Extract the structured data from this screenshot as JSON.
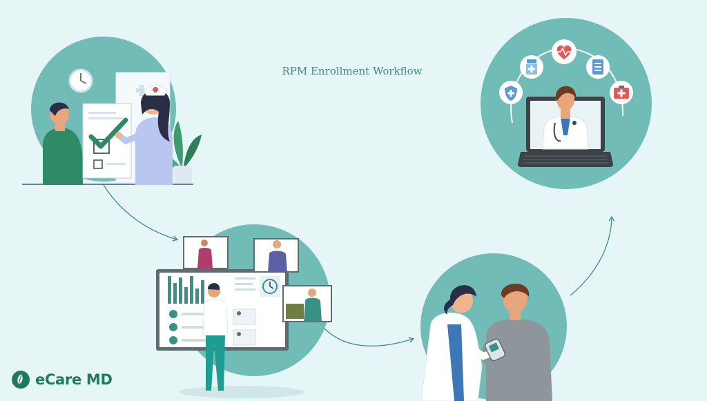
{
  "title": "RPM Enrollment Workflow",
  "brand": {
    "name": "eCare MD",
    "logo_icon": "leaf-logo-icon"
  },
  "colors": {
    "background": "#e6f6f6",
    "circle": "#72bcb7",
    "accent": "#3a8f86",
    "brand": "#1f7a5c"
  },
  "steps": [
    {
      "id": "enrollment-consent",
      "illustration": "patient-and-nurse-checklist"
    },
    {
      "id": "care-team-coordination",
      "illustration": "presenter-at-dashboard-with-video-callers"
    },
    {
      "id": "device-reading",
      "illustration": "clinician-measuring-patient-with-pulse-oximeter"
    },
    {
      "id": "remote-monitoring",
      "illustration": "doctor-on-laptop-with-health-icons"
    }
  ]
}
